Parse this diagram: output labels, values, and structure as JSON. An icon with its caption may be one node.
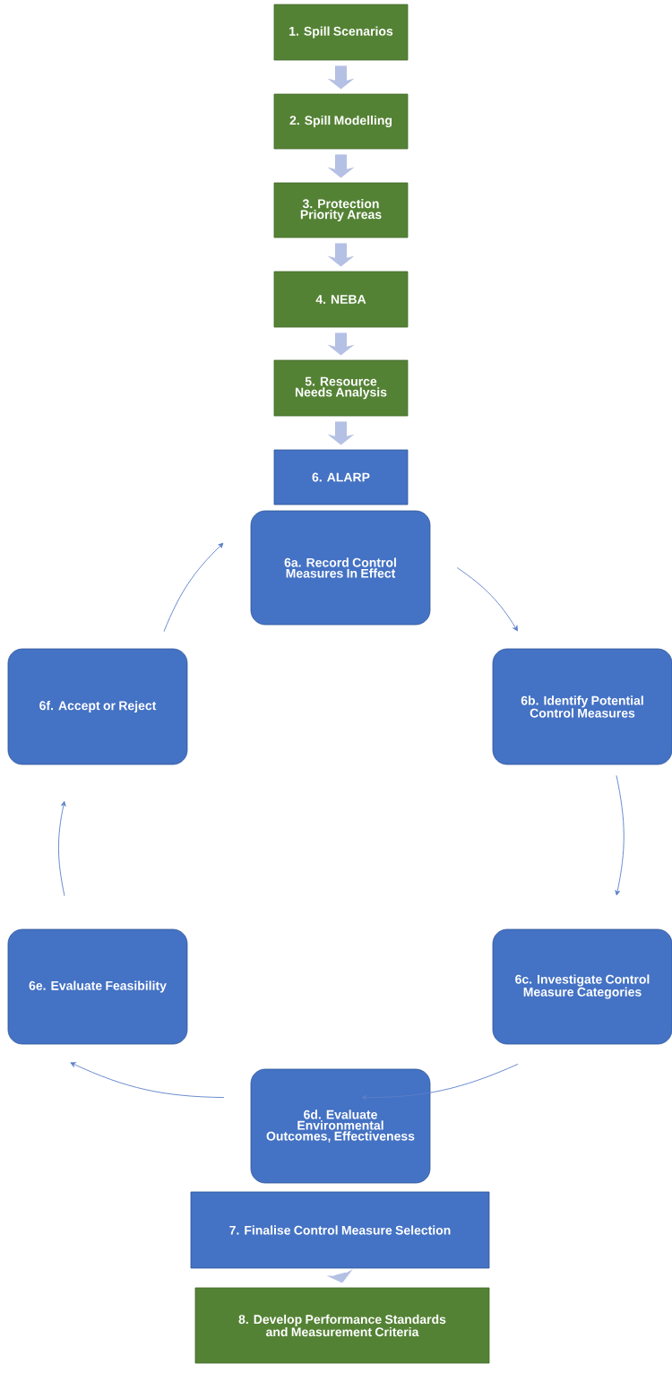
{
  "diagram": {
    "nodes": [
      {
        "text": [
          "1. Spill Scenarios"
        ]
      },
      {
        "text": [
          "2. Spill Modelling"
        ]
      },
      {
        "text": [
          "3. Protection Priority Areas"
        ]
      },
      {
        "text": [
          "4. NEBA"
        ]
      },
      {
        "text": [
          "5. Resource Needs Analysis"
        ]
      },
      {
        "text": [
          "6. ALARP"
        ]
      },
      {
        "text": [
          "6a. Record Control Measures In Effect"
        ]
      },
      {
        "text": [
          "6b. Identify Potential Control Measures"
        ]
      },
      {
        "text": [
          "6c. Investigate Control Measure Categories"
        ]
      },
      {
        "text": [
          "6d. Evaluate Environmental Outcomes, Effectiveness"
        ]
      },
      {
        "text": [
          "6e. Evaluate Feasibility"
        ]
      },
      {
        "text": [
          "6f. Accept or Reject"
        ]
      },
      {
        "text": [
          "7. Finalise Control Measure Selection"
        ]
      },
      {
        "text": [
          "8. Develop Performance Standards and Measurement Criteria"
        ]
      }
    ],
    "edges": [
      {
        "from": 0,
        "to": 1,
        "arrow": "to",
        "style": "thick",
        "color": "#b4c0e4"
      },
      {
        "from": 1,
        "to": 2,
        "arrow": "to",
        "style": "thick",
        "color": "#b4c0e4"
      },
      {
        "from": 2,
        "to": 3,
        "arrow": "to",
        "style": "thick",
        "color": "#b4c0e4"
      },
      {
        "from": 3,
        "to": 4,
        "arrow": "to",
        "style": "thick",
        "color": "#b4c0e4"
      },
      {
        "from": 4,
        "to": 5,
        "arrow": "to",
        "style": "thick",
        "color": "#b4c0e4"
      },
      {
        "from": 6,
        "to": 7,
        "arrow": "to",
        "color": "#5b7fc9"
      },
      {
        "from": 7,
        "to": 8,
        "arrow": "to",
        "color": "#5b7fc9"
      },
      {
        "from": 8,
        "to": 9,
        "arrow": "to",
        "color": "#5b7fc9"
      },
      {
        "from": 9,
        "to": 10,
        "arrow": "to",
        "color": "#5b7fc9"
      },
      {
        "from": 10,
        "to": 11,
        "arrow": "to",
        "color": "#5b7fc9"
      },
      {
        "from": 11,
        "to": 6,
        "arrow": "to",
        "color": "#5b7fc9"
      },
      {
        "from": 12,
        "to": 13,
        "arrow": "to",
        "style": "thick",
        "color": "#b4c0e4"
      }
    ]
  }
}
